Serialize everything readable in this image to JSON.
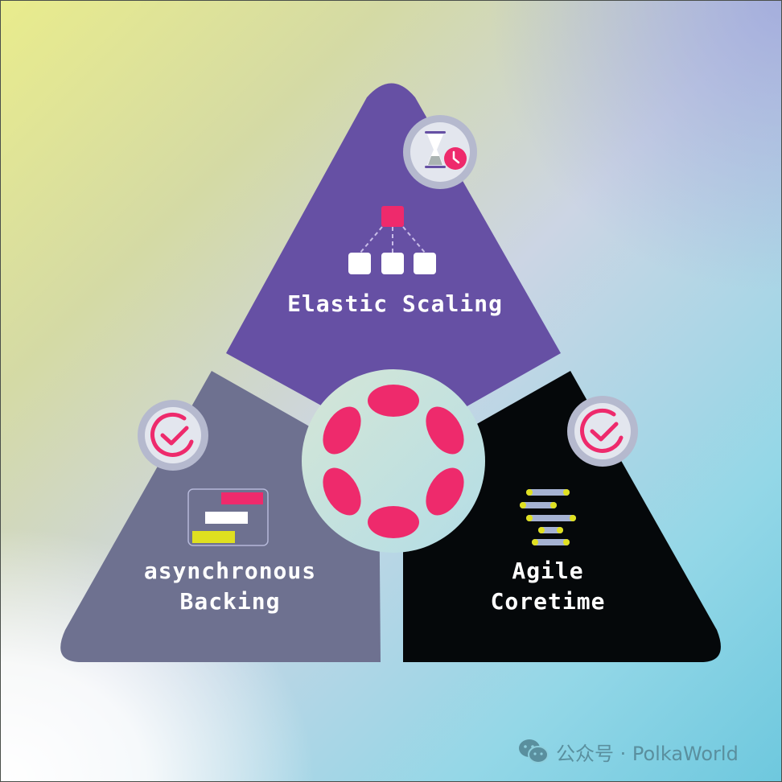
{
  "diagram": {
    "type": "triangle-segments",
    "center": {
      "name": "polkadot-logo",
      "description": "Six pink ellipses arranged in a ring"
    },
    "segments": [
      {
        "id": "top",
        "label": "Elastic Scaling",
        "color": "#6650a4",
        "badge_icon": "hourglass-clock-icon",
        "illustration": "tree-hierarchy-icon"
      },
      {
        "id": "left",
        "label": "asynchronous\nBacking",
        "color": "#6e7190",
        "badge_icon": "check-circle-icon",
        "illustration": "gantt-bars-icon"
      },
      {
        "id": "right",
        "label": "Agile\nCoretime",
        "color": "#05080a",
        "badge_icon": "check-circle-icon",
        "illustration": "stacked-bars-icon"
      }
    ]
  },
  "colors": {
    "accent_pink": "#ee2a6c",
    "purple": "#6650a4",
    "slate": "#6e7190",
    "black": "#05080a",
    "yellow": "#dfe020",
    "badge_ring": "#b5b9ce",
    "badge_fill": "#e3e6ee",
    "center_fill": "#c6e2e4",
    "bar_blue": "#a5b2d2"
  },
  "watermark": {
    "icon": "wechat-icon",
    "text": "公众号 · PolkaWorld"
  }
}
